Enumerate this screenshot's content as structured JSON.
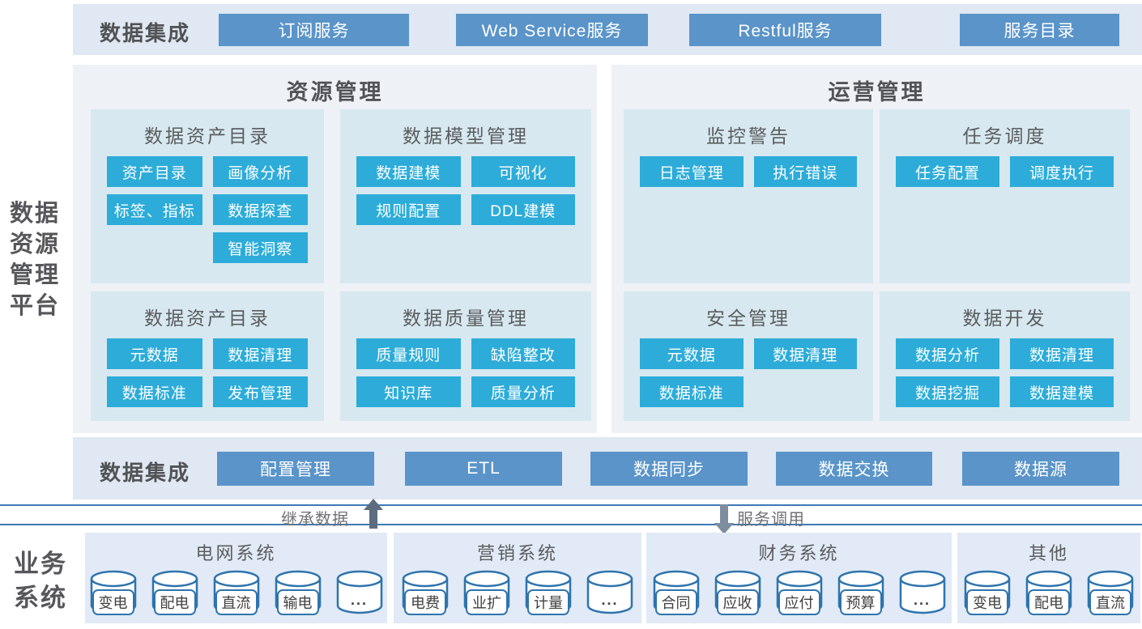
{
  "platform_label": {
    "lines": [
      "数据",
      "资源",
      "管理",
      "平台"
    ]
  },
  "top_bar": {
    "label": "数据集成",
    "buttons": [
      "订阅服务",
      "Web Service服务",
      "Restful服务",
      "服务目录"
    ]
  },
  "resource_panel": {
    "title": "资源管理",
    "sections": [
      {
        "title": "数据资产目录",
        "buttons": [
          "资产目录",
          "画像分析",
          "标签、指标",
          "数据探查",
          "智能洞察"
        ]
      },
      {
        "title": "数据模型管理",
        "buttons": [
          "数据建模",
          "可视化",
          "规则配置",
          "DDL建模"
        ]
      },
      {
        "title": "数据资产目录",
        "buttons": [
          "元数据",
          "数据清理",
          "数据标准",
          "发布管理"
        ]
      },
      {
        "title": "数据质量管理",
        "buttons": [
          "质量规则",
          "缺陷整改",
          "知识库",
          "质量分析"
        ]
      }
    ]
  },
  "operation_panel": {
    "title": "运营管理",
    "sections": [
      {
        "title": "监控警告",
        "buttons": [
          "日志管理",
          "执行错误"
        ]
      },
      {
        "title": "任务调度",
        "buttons": [
          "任务配置",
          "调度执行"
        ]
      },
      {
        "title": "安全管理",
        "buttons": [
          "元数据",
          "数据清理",
          "数据标准"
        ]
      },
      {
        "title": "数据开发",
        "buttons": [
          "数据分析",
          "数据清理",
          "数据挖掘",
          "数据建模"
        ]
      }
    ]
  },
  "bottom_bar": {
    "label": "数据集成",
    "buttons": [
      "配置管理",
      "ETL",
      "数据同步",
      "数据交换",
      "数据源"
    ]
  },
  "connectors": {
    "inherit_label": "继承数据",
    "service_label": "服务调用"
  },
  "business_systems": {
    "label_lines": [
      "业务",
      "系统"
    ],
    "groups": [
      {
        "title": "电网系统",
        "databases": [
          "变电",
          "配电",
          "直流",
          "输电",
          "..."
        ]
      },
      {
        "title": "营销系统",
        "databases": [
          "电费",
          "业扩",
          "计量",
          "..."
        ]
      },
      {
        "title": "财务系统",
        "databases": [
          "合同",
          "应收",
          "应付",
          "预算",
          "..."
        ]
      },
      {
        "title": "其他",
        "databases": [
          "变电",
          "配电",
          "直流"
        ]
      }
    ]
  },
  "colors": {
    "bar_bg": "#dfe8f3",
    "steel_button": "#5a94c9",
    "panel_bg": "#eef1f5",
    "section_bg": "#d7e8f0",
    "cyan_button": "#2dacd9",
    "group_bg": "#e1eaf6",
    "connector_line": "#3e7ab6",
    "cylinder_stroke": "#2f74ad"
  }
}
